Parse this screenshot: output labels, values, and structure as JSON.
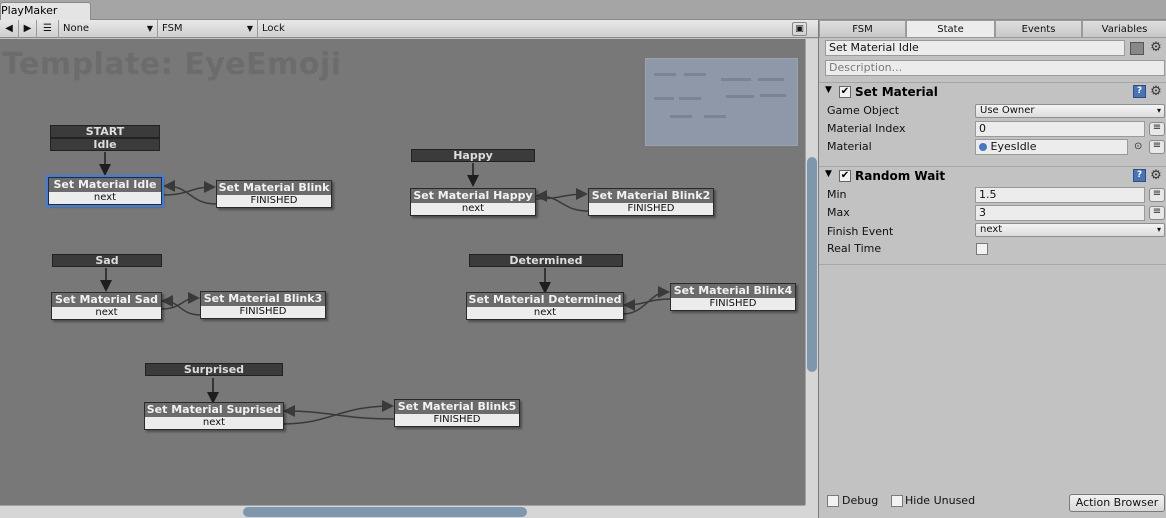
{
  "window": {
    "tab_title": "PlayMaker"
  },
  "toolbar": {
    "back_icon": "triangle-left",
    "forward_icon": "triangle-right",
    "menu_icon": "hamburger",
    "gameobject_select": "None",
    "fsm_select": "FSM",
    "lock_label": "Lock"
  },
  "canvas": {
    "title": "Template: EyeEmoji",
    "labels": {
      "start": "START",
      "idle": "Idle",
      "happy": "Happy",
      "sad": "Sad",
      "determined": "Determined",
      "surprised": "Surprised"
    },
    "states": {
      "idle": {
        "title": "Set Material Idle",
        "transition": "next"
      },
      "blink": {
        "title": "Set Material Blink",
        "transition": "FINISHED"
      },
      "happy": {
        "title": "Set Material Happy",
        "transition": "next"
      },
      "blink2": {
        "title": "Set Material Blink2",
        "transition": "FINISHED"
      },
      "sad": {
        "title": "Set Material Sad",
        "transition": "next"
      },
      "blink3": {
        "title": "Set Material Blink3",
        "transition": "FINISHED"
      },
      "determined": {
        "title": "Set Material Determined",
        "transition": "next"
      },
      "blink4": {
        "title": "Set Material Blink4",
        "transition": "FINISHED"
      },
      "suprised": {
        "title": "Set Material Suprised",
        "transition": "next"
      },
      "blink5": {
        "title": "Set Material Blink5",
        "transition": "FINISHED"
      }
    }
  },
  "inspector": {
    "tabs": [
      "FSM",
      "State",
      "Events",
      "Variables"
    ],
    "active_tab": "State",
    "state_name": "Set Material Idle",
    "description_placeholder": "Description...",
    "actions": {
      "set_material": {
        "name": "Set Material",
        "enabled": true,
        "fields": {
          "game_object_label": "Game Object",
          "game_object_value": "Use Owner",
          "material_index_label": "Material Index",
          "material_index_value": "0",
          "material_label": "Material",
          "material_value": "EyesIdle"
        }
      },
      "random_wait": {
        "name": "Random Wait",
        "enabled": true,
        "fields": {
          "min_label": "Min",
          "min_value": "1.5",
          "max_label": "Max",
          "max_value": "3",
          "finish_event_label": "Finish Event",
          "finish_event_value": "next",
          "real_time_label": "Real Time",
          "real_time_checked": false
        }
      }
    },
    "footer": {
      "debug_label": "Debug",
      "hide_unused_label": "Hide Unused",
      "action_browser_label": "Action Browser"
    }
  }
}
